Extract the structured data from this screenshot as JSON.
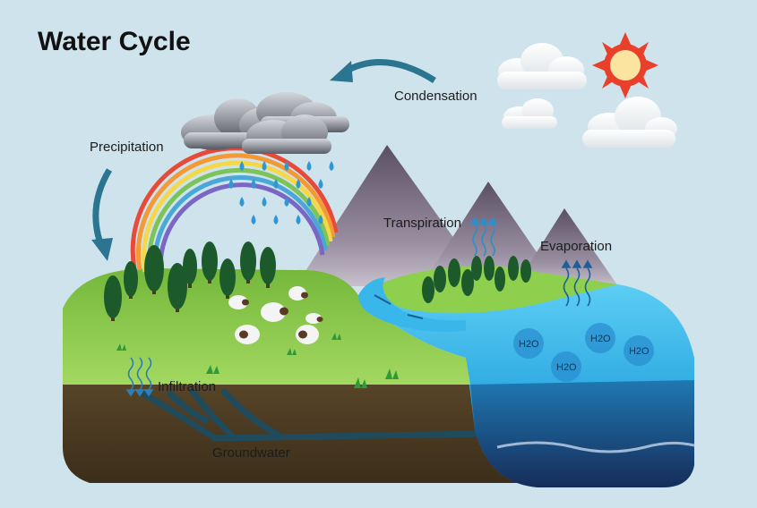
{
  "title": "Water Cycle",
  "labels": {
    "condensation": "Condensation",
    "precipitation": "Precipitation",
    "transpiration": "Transpiration",
    "evaporation": "Evaporation",
    "infiltration": "Infiltration",
    "groundwater": "Groundwater"
  },
  "molecules": [
    "H2O",
    "H2O",
    "H2O",
    "H2O"
  ],
  "colors": {
    "background": "#cfe3ec",
    "grass": "#8fcf4e",
    "soil": "#4a3a22",
    "water": "#2eaee6",
    "mountain": "#7a6b80",
    "sun": "#e8402a",
    "arrow": "#2b7590"
  },
  "icons": [
    "sun-icon",
    "cloud-icon",
    "raindrop-icon",
    "rainbow-icon",
    "tree-icon",
    "sheep-icon",
    "mountain-icon",
    "arrow-icon"
  ]
}
